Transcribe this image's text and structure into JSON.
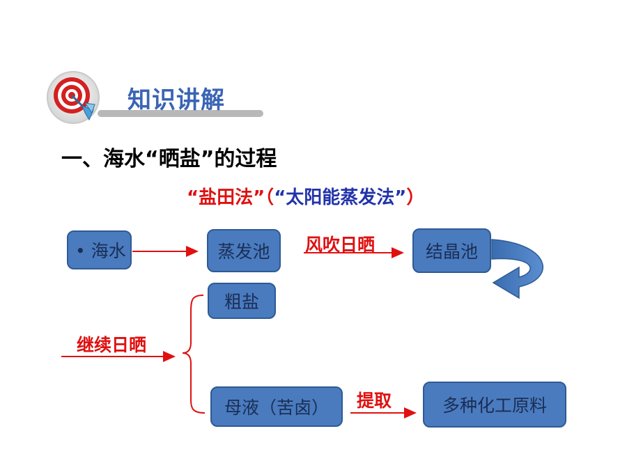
{
  "section_title": "知识讲解",
  "heading": "一、海水“晒盐”的过程",
  "subtitle": {
    "part1": "“盐田法”（",
    "part2": "“太阳能蒸发法”",
    "part3": "）"
  },
  "flow": {
    "seawater": "•  海水",
    "evaporation_pond": "蒸发池",
    "step1_label": "风吹日晒",
    "crystallization_pond": "结晶池",
    "crude_salt": "粗盐",
    "step2_label": "继续日晒",
    "mother_liquor": "母液（苦卤）",
    "step3_label": "提取",
    "chemical_materials": "多种化工原料"
  },
  "colors": {
    "title_blue": "#3a64b4",
    "box_fill": "#4a7bbf",
    "arrow_red": "#e01010"
  }
}
